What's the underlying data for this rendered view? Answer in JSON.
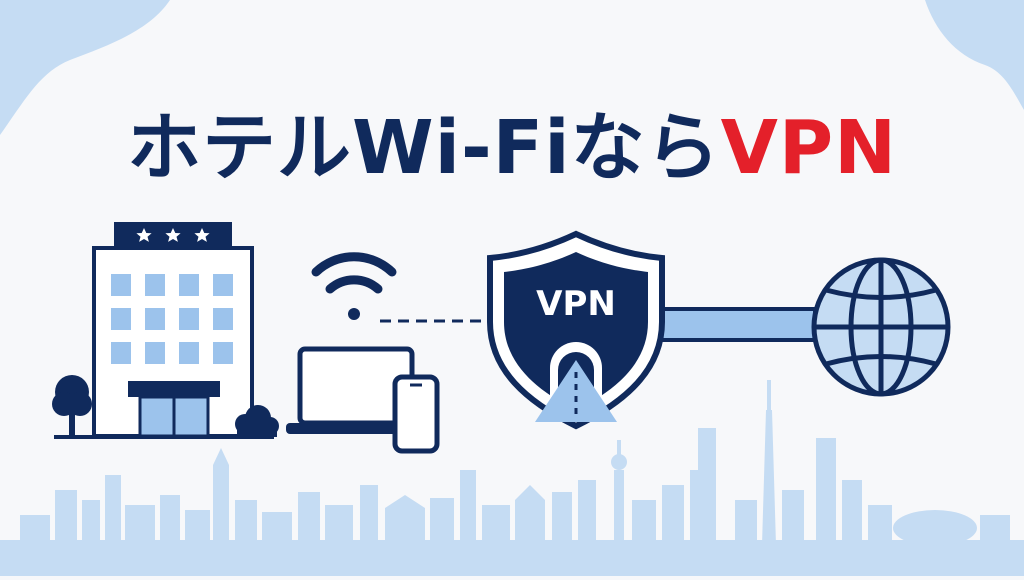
{
  "title": {
    "main": "ホテルWi-Fiなら",
    "accent": "VPN"
  },
  "shield": {
    "label": "VPN"
  },
  "hotel": {
    "stars": 3
  },
  "colors": {
    "navy": "#102a5c",
    "accent_red": "#e4202a",
    "light_blue": "#9cc3ec",
    "pale_blue": "#c5dcf3",
    "background": "#f7f8fa"
  },
  "icons": [
    "hotel-building-icon",
    "star-icon",
    "tree-icon",
    "bush-icon",
    "wifi-icon",
    "laptop-icon",
    "smartphone-icon",
    "vpn-shield-icon",
    "tunnel-road-icon",
    "globe-icon",
    "city-skyline"
  ]
}
